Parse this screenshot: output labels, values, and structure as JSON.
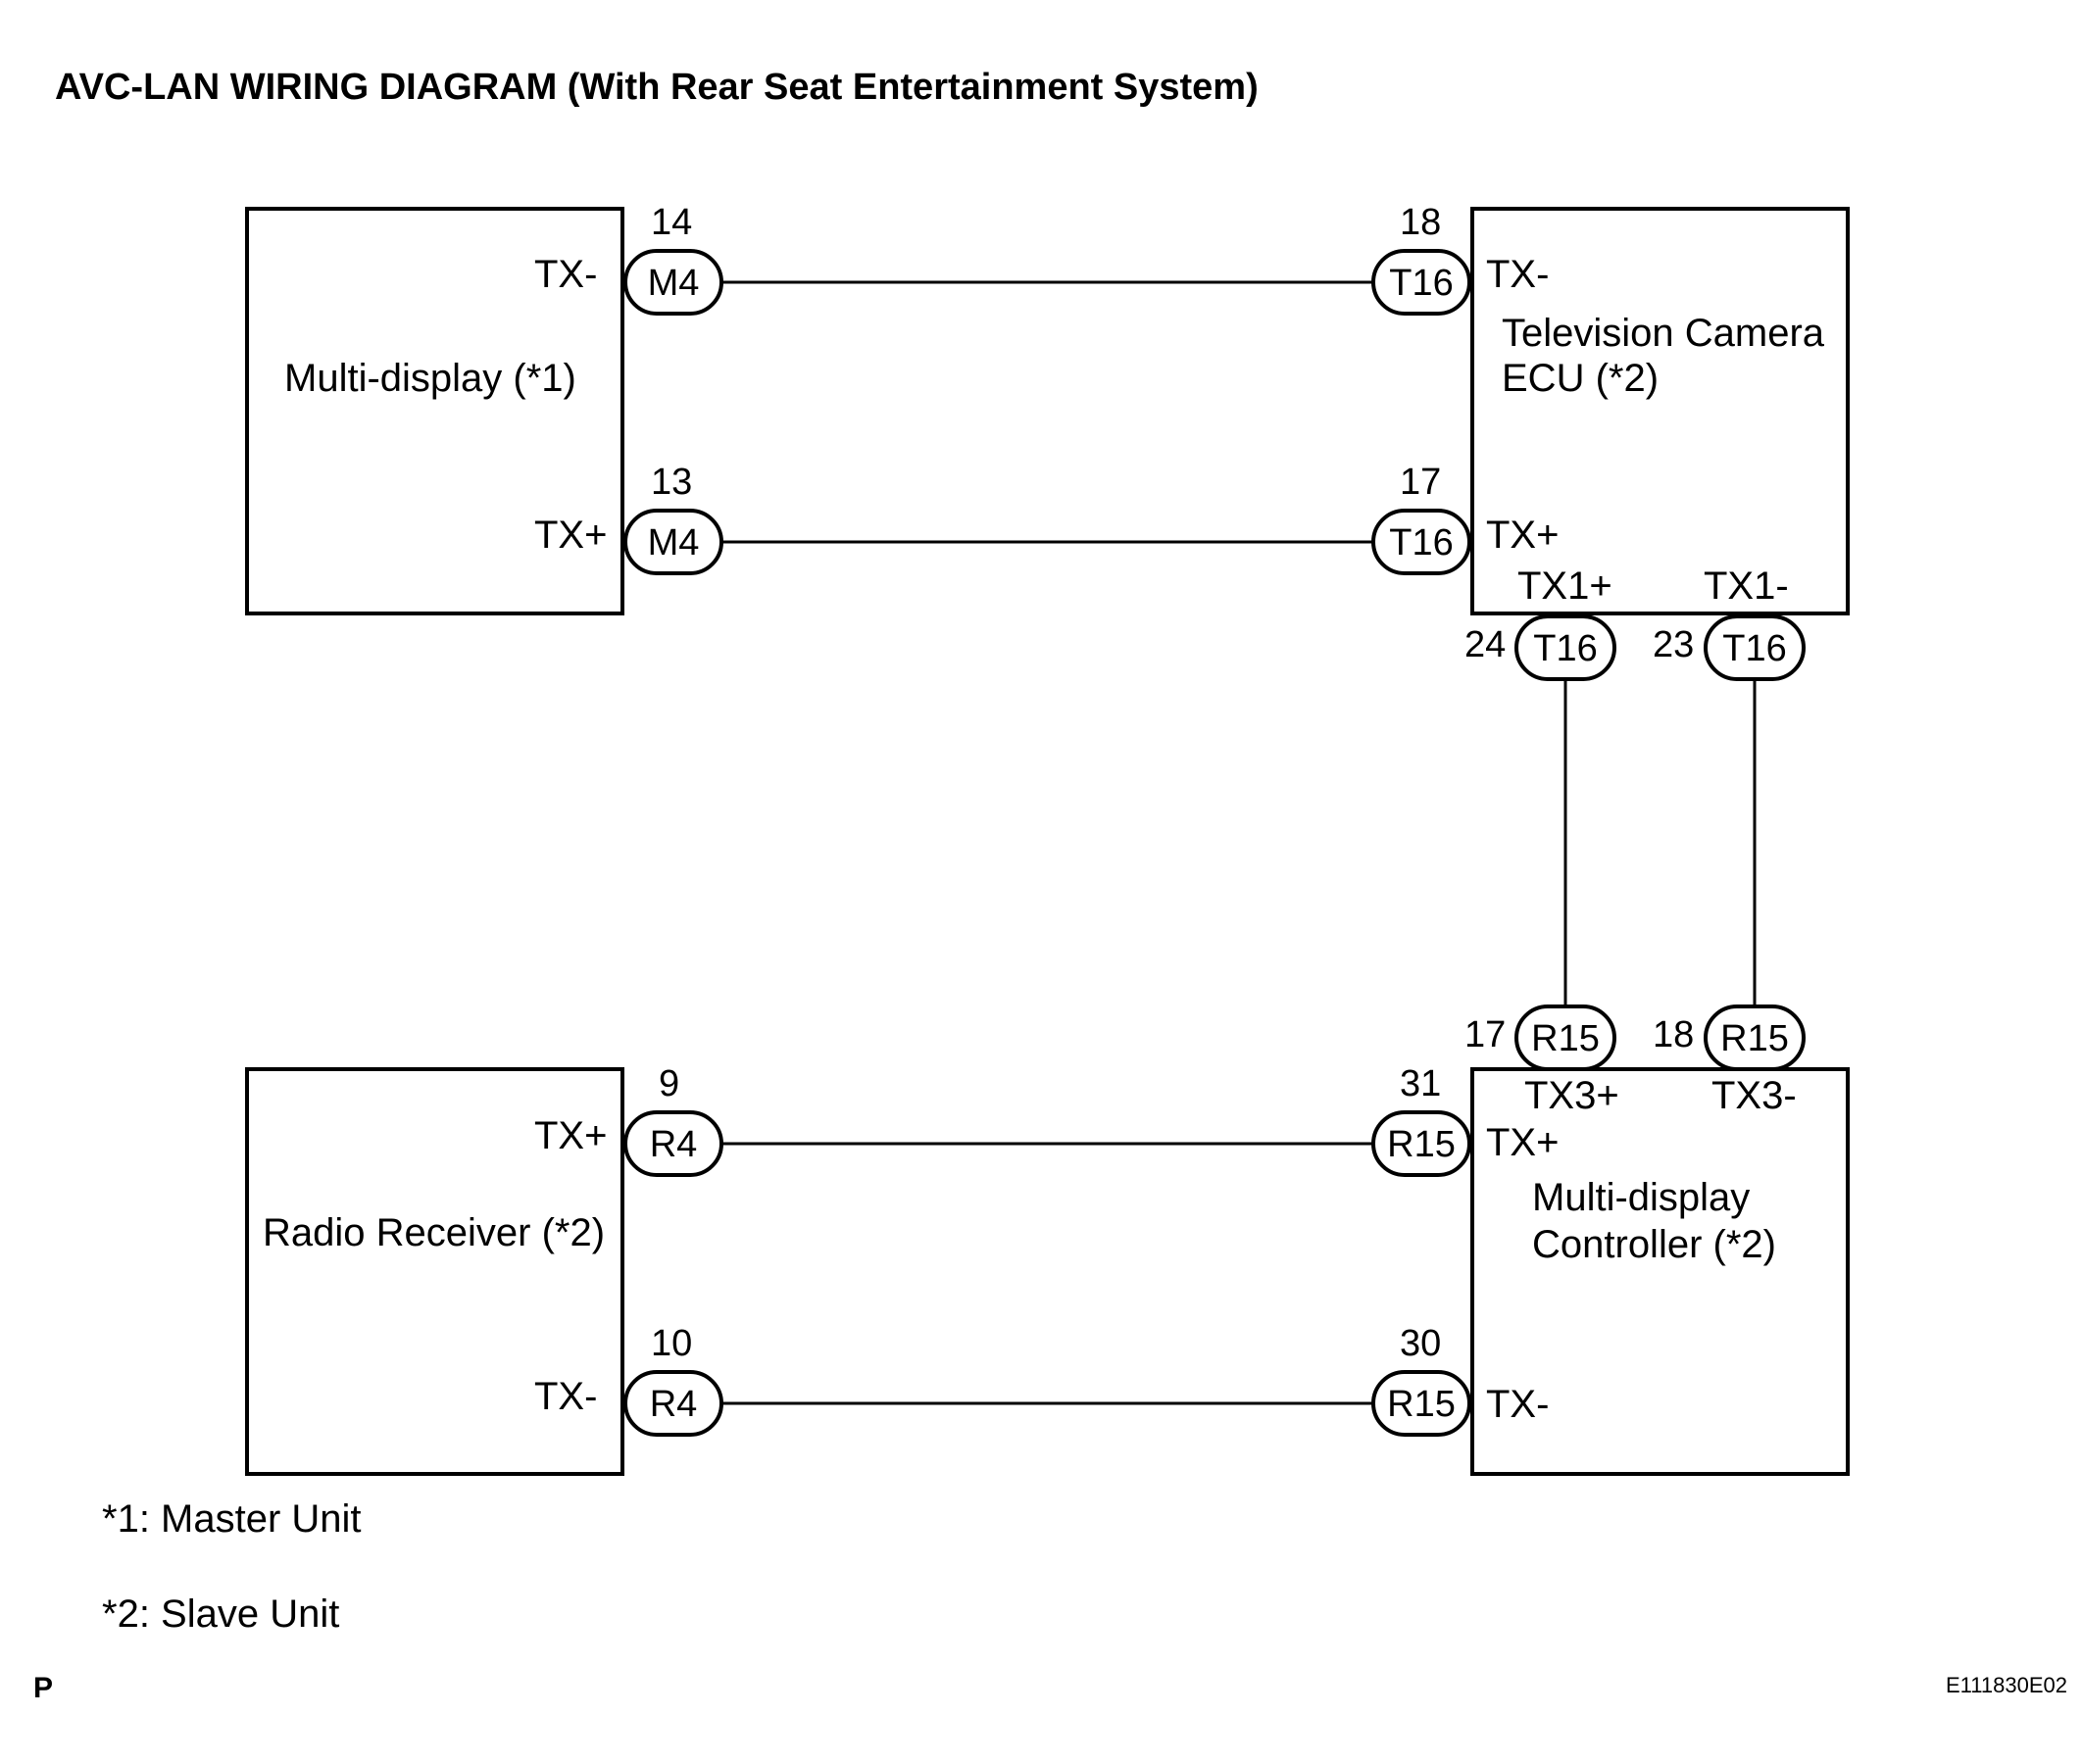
{
  "title": "AVC-LAN WIRING DIAGRAM (With Rear Seat Entertainment System)",
  "components": {
    "multi_display": {
      "name": "Multi-display (*1)",
      "pin_top": "TX-",
      "pin_bottom": "TX+"
    },
    "tv_camera_ecu": {
      "name_line1": "Television Camera",
      "name_line2": "ECU (*2)",
      "pin_top": "TX-",
      "pin_bottom": "TX+",
      "pin_out_left": "TX1+",
      "pin_out_right": "TX1-"
    },
    "radio_receiver": {
      "name": "Radio Receiver (*2)",
      "pin_top": "TX+",
      "pin_bottom": "TX-"
    },
    "multi_display_controller": {
      "name_line1": "Multi-display",
      "name_line2": "Controller (*2)",
      "pin_top": "TX+",
      "pin_bottom": "TX-",
      "pin_in_left": "TX3+",
      "pin_in_right": "TX3-"
    }
  },
  "connectors": {
    "md_top": {
      "id": "M4",
      "pin": "14"
    },
    "md_bottom": {
      "id": "M4",
      "pin": "13"
    },
    "tv_top": {
      "id": "T16",
      "pin": "18"
    },
    "tv_bottom": {
      "id": "T16",
      "pin": "17"
    },
    "tv_out_left": {
      "id": "T16",
      "pin": "24"
    },
    "tv_out_right": {
      "id": "T16",
      "pin": "23"
    },
    "mdc_in_left": {
      "id": "R15",
      "pin": "17"
    },
    "mdc_in_right": {
      "id": "R15",
      "pin": "18"
    },
    "radio_top": {
      "id": "R4",
      "pin": "9"
    },
    "radio_bottom": {
      "id": "R4",
      "pin": "10"
    },
    "mdc_top": {
      "id": "R15",
      "pin": "31"
    },
    "mdc_bottom": {
      "id": "R15",
      "pin": "30"
    }
  },
  "notes": [
    "*1: Master Unit",
    "*2: Slave Unit"
  ],
  "corner_mark": "P",
  "figure_code": "E111830E02"
}
